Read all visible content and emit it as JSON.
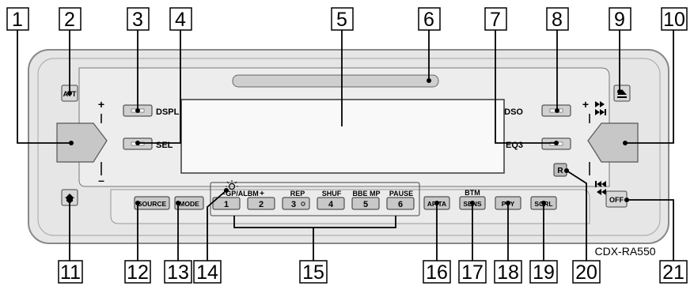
{
  "callouts": [
    "1",
    "2",
    "3",
    "4",
    "5",
    "6",
    "7",
    "8",
    "9",
    "10",
    "11",
    "12",
    "13",
    "14",
    "15",
    "16",
    "17",
    "18",
    "19",
    "20",
    "21"
  ],
  "buttons": {
    "att": "ATT",
    "dspl": "DSPL",
    "sel": "SEL",
    "dso": "DSO",
    "eq3": "EQ3",
    "source": "SOURCE",
    "mode": "MODE",
    "preset_1": "1",
    "preset_2": "2",
    "preset_3": "3",
    "preset_4": "4",
    "preset_5": "5",
    "preset_6": "6",
    "af_ta": "AF/TA",
    "sens": "SENS",
    "pty": "PTY",
    "scrl": "SCRL",
    "off": "OFF",
    "r_button": "R"
  },
  "preset_labels": {
    "gp_albm": "GP/ALBM",
    "minus": "–",
    "plus": "+",
    "rep": "REP",
    "shuf": "SHUF",
    "bbe_mp": "BBE MP",
    "pause": "PAUSE",
    "btm": "BTM"
  },
  "dial_marks": {
    "left_plus": "+",
    "left_minus": "–",
    "right_plus": "+"
  },
  "model": "CDX-RA550"
}
